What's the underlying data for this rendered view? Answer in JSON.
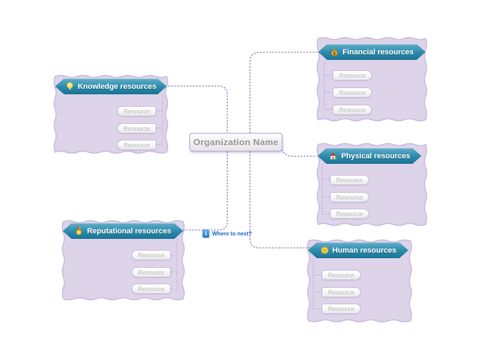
{
  "center": {
    "label": "Organization Name"
  },
  "floating": {
    "icon": "info-icon",
    "label": "Where to next?"
  },
  "nodes": [
    {
      "id": "knowledge",
      "label": "Knowledge resources",
      "icon": "lightbulb-icon",
      "side": "left",
      "items": [
        "Resource",
        "Resource",
        "Resource"
      ]
    },
    {
      "id": "financial",
      "label": "Financial resources",
      "icon": "money-bag-icon",
      "side": "right",
      "items": [
        "Resource",
        "Resource",
        "Resource"
      ]
    },
    {
      "id": "physical",
      "label": "Physical resources",
      "icon": "house-icon",
      "side": "right",
      "items": [
        "Resource",
        "Resource",
        "Resource"
      ]
    },
    {
      "id": "human",
      "label": "Human resources",
      "icon": "person-icon",
      "side": "right",
      "items": [
        "Resource",
        "Resource",
        "Resource"
      ]
    },
    {
      "id": "reputational",
      "label": "Reputational resources",
      "icon": "medal-icon",
      "side": "left",
      "items": [
        "Resource",
        "Resource",
        "Resource"
      ]
    }
  ],
  "colors": {
    "header_teal": "#2a8aac",
    "blob_fill": "#ddd4e9",
    "blob_edge": "#c8b9dc",
    "branch_line": "#9277bd",
    "sub_line": "#b7a2d6",
    "pill_text": "#b4b4b4",
    "center_text": "#949494",
    "hint_blue": "#1666c0"
  }
}
